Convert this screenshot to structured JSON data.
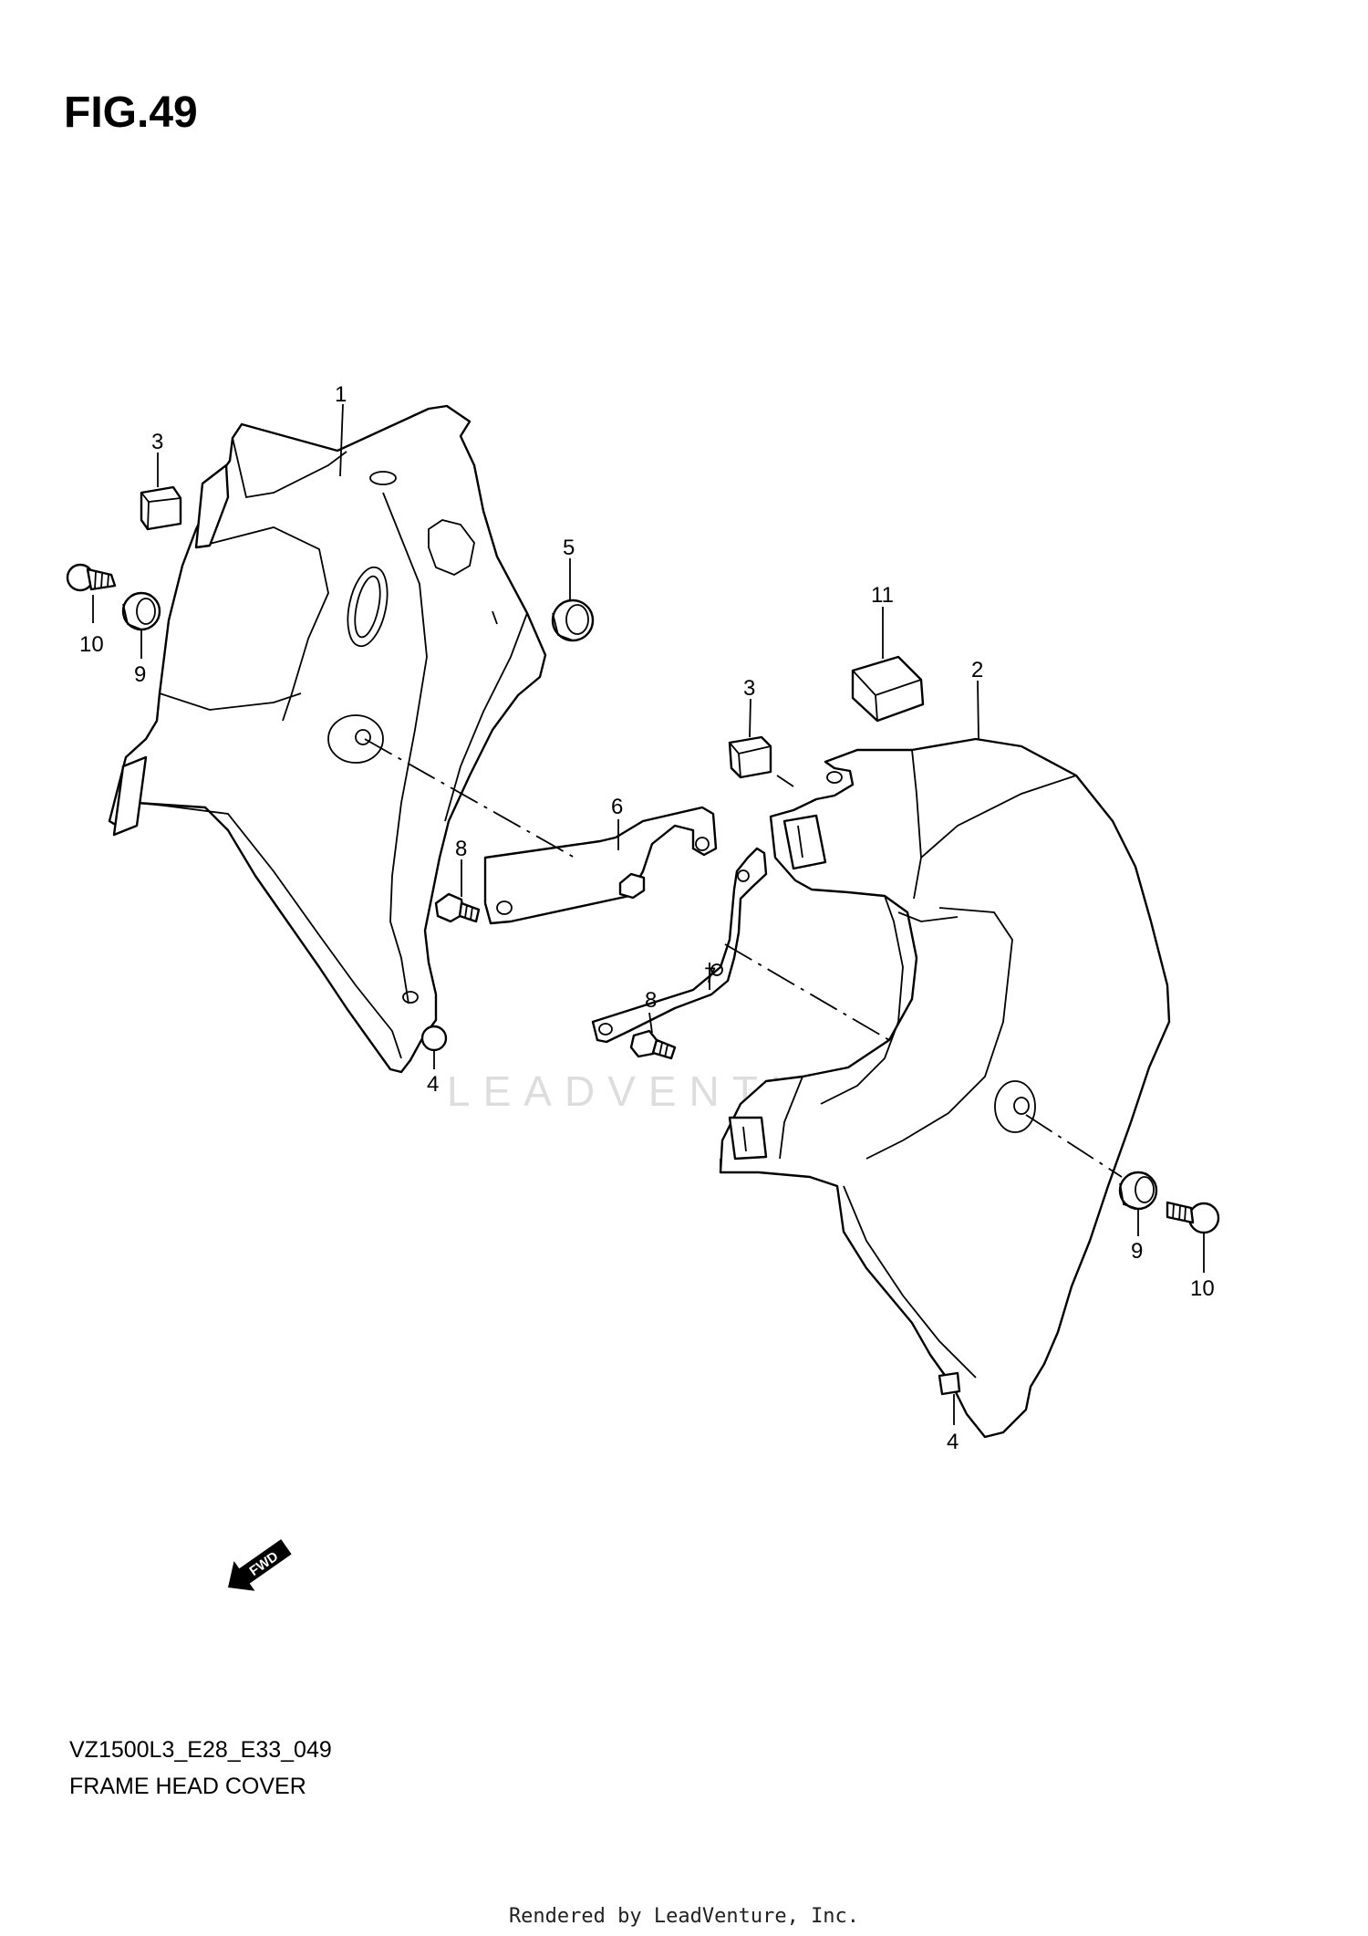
{
  "figure": {
    "title": "FIG.49",
    "model_code": "VZ1500L3_E28_E33_049",
    "description": "FRAME HEAD COVER",
    "fwd_label": "FWD",
    "watermark": "LEADVENTURE",
    "footer": "Rendered by LeadVenture, Inc."
  },
  "callouts": [
    "1",
    "2",
    "3",
    "3",
    "4",
    "4",
    "5",
    "6",
    "7",
    "8",
    "8",
    "9",
    "9",
    "10",
    "10",
    "11"
  ]
}
